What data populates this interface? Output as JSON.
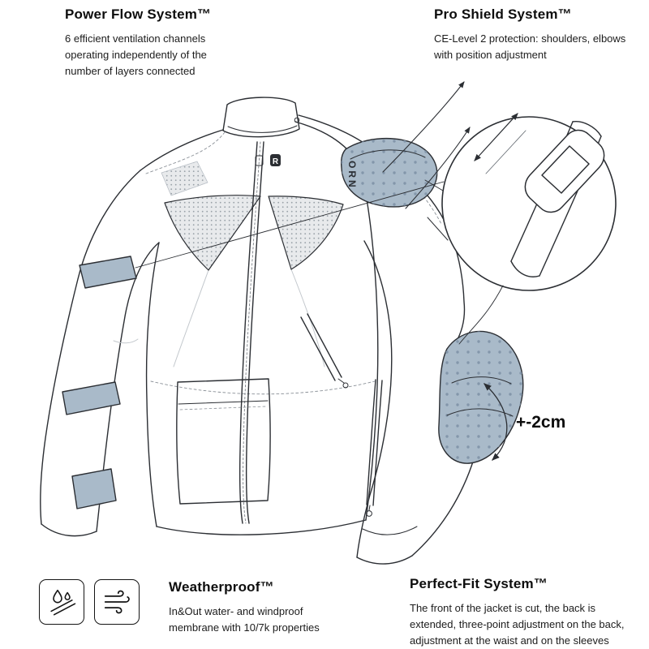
{
  "features": {
    "power_flow": {
      "title": "Power Flow System™",
      "description": "6 efficient ventilation channels operating independently of the number of layers connected"
    },
    "pro_shield": {
      "title": "Pro Shield System™",
      "description": "CE-Level 2 protection: shoulders, elbows with position adjustment"
    },
    "weatherproof": {
      "title": "Weatherproof™",
      "description": "In&Out water- and windproof membrane with 10/7k properties"
    },
    "perfect_fit": {
      "title": "Perfect-Fit System™",
      "description": "The front of the jacket is cut, the back is extended, three-point adjustment on the back, adjustment at the waist and on the sleeves"
    }
  },
  "diagram": {
    "adjustment_label": "+-2cm",
    "brand_vertical_text": "ORN",
    "brand_logo_letter": "R"
  },
  "icons": {
    "water": "water-drops-icon",
    "wind": "wind-icon"
  },
  "colors": {
    "line": "#2b2e33",
    "pad": "#a9bac9",
    "pad_dots": "#8396aa",
    "mesh": "#e8eaec",
    "text": "#111111"
  }
}
